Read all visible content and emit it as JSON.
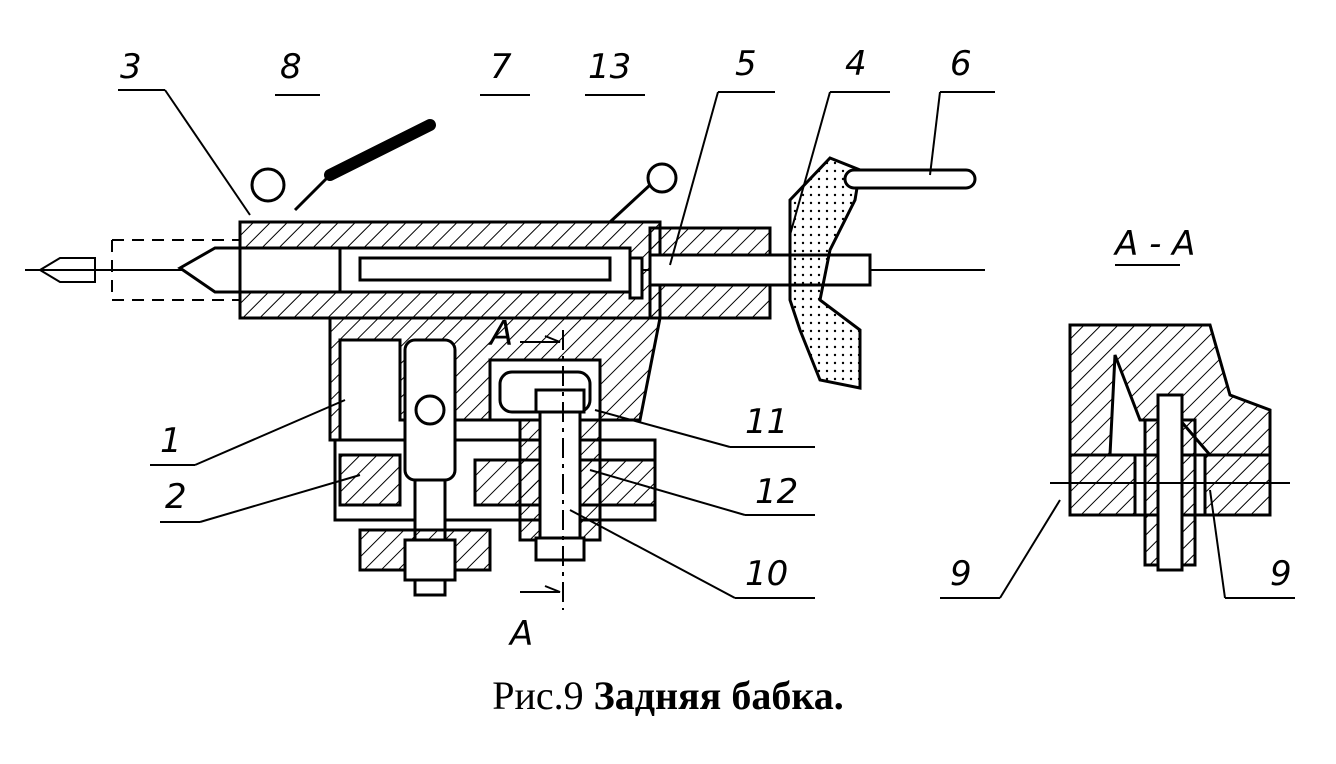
{
  "labels": {
    "l3": "3",
    "l8": "8",
    "l7": "7",
    "l13": "13",
    "l5": "5",
    "l4": "4",
    "l6": "6",
    "l1": "1",
    "l2": "2",
    "l11": "11",
    "l12": "12",
    "l10": "10",
    "section_mark": "A",
    "section_mark_bottom": "A",
    "l9a": "9",
    "l9b": "9",
    "section_title": "A - A"
  },
  "caption": {
    "prefix": "Рис.9",
    "title": "Задняя бабка."
  }
}
